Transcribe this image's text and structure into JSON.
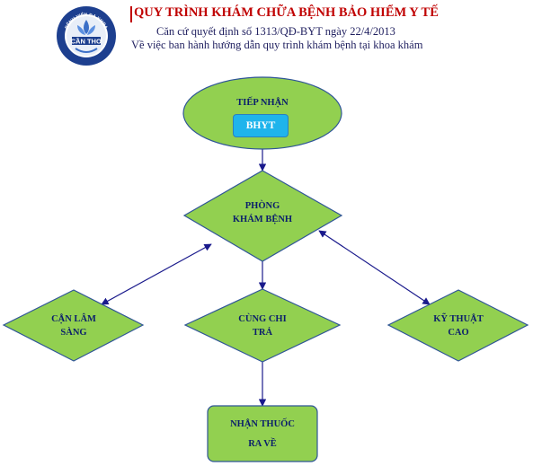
{
  "header": {
    "logo": {
      "ring_text": "BỆNH VIỆN ĐA KHOA",
      "center_text": "CẦN THƠ",
      "icon": "lotus-logo-icon"
    },
    "title": "QUY TRÌNH KHÁM CHỮA BỆNH BẢO HIỂM Y TẾ",
    "subtitle_1": "Căn cứ quyết định số 1313/QĐ-BYT ngày 22/4/2013",
    "subtitle_2": "Về việc ban hành hướng dẫn quy trình khám bệnh tại khoa khám"
  },
  "flow": {
    "reception": {
      "label": "TIẾP NHẬN",
      "badge": "BHYT"
    },
    "exam_room": {
      "line1": "PHÒNG",
      "line2": "KHÁM BỆNH"
    },
    "paraclinical": {
      "line1": "CẬN LÂM",
      "line2": "SÀNG"
    },
    "co_payment": {
      "line1": "CÙNG CHI",
      "line2": "TRẢ"
    },
    "high_tech": {
      "line1": "KỸ THUẬT",
      "line2": "CAO"
    },
    "medicine": {
      "line1": "NHẬN THUỐC",
      "line2": "RA VỀ"
    }
  },
  "colors": {
    "node_fill": "#92d050",
    "node_stroke": "#2f5597",
    "badge_fill": "#1fb4ec",
    "title": "#c00000",
    "arrow": "#1a1a8c"
  }
}
